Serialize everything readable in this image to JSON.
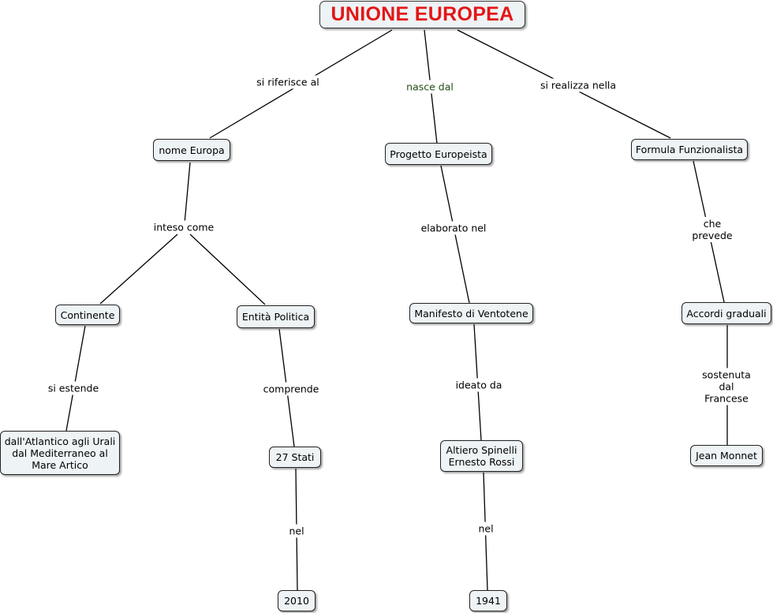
{
  "colors": {
    "root_text": "#e41616",
    "link_green": "#1f4d14",
    "node_fill": "#eef3f6"
  },
  "concept_map": {
    "root": "UNIONE EUROPEA",
    "nodes": {
      "nome_europa": "nome Europa",
      "progetto": "Progetto Europeista",
      "formula": "Formula Funzionalista",
      "continente": "Continente",
      "entita": "Entità Politica",
      "manifesto": "Manifesto di Ventotene",
      "accordi": "Accordi graduali",
      "atlantico": "dall'Atlantico agli Urali\ndal Mediterraneo al\nMare Artico",
      "stati": "27 Stati",
      "altiero": "Altiero Spinelli\nErnesto Rossi",
      "monnet": "Jean Monnet",
      "y2010": "2010",
      "y1941": "1941"
    },
    "links": {
      "si_riferisce": "si riferisce al",
      "nasce_dal": "nasce dal",
      "si_realizza": "si realizza nella",
      "inteso_come": "inteso come",
      "elaborato_nel": "elaborato nel",
      "che_prevede": "che prevede",
      "si_estende": "si estende",
      "comprende": "comprende",
      "ideato_da": "ideato da",
      "sostenuta_dal": "sostenuta dal\nFrancese",
      "nel_2010": "nel",
      "nel_1941": "nel"
    }
  }
}
